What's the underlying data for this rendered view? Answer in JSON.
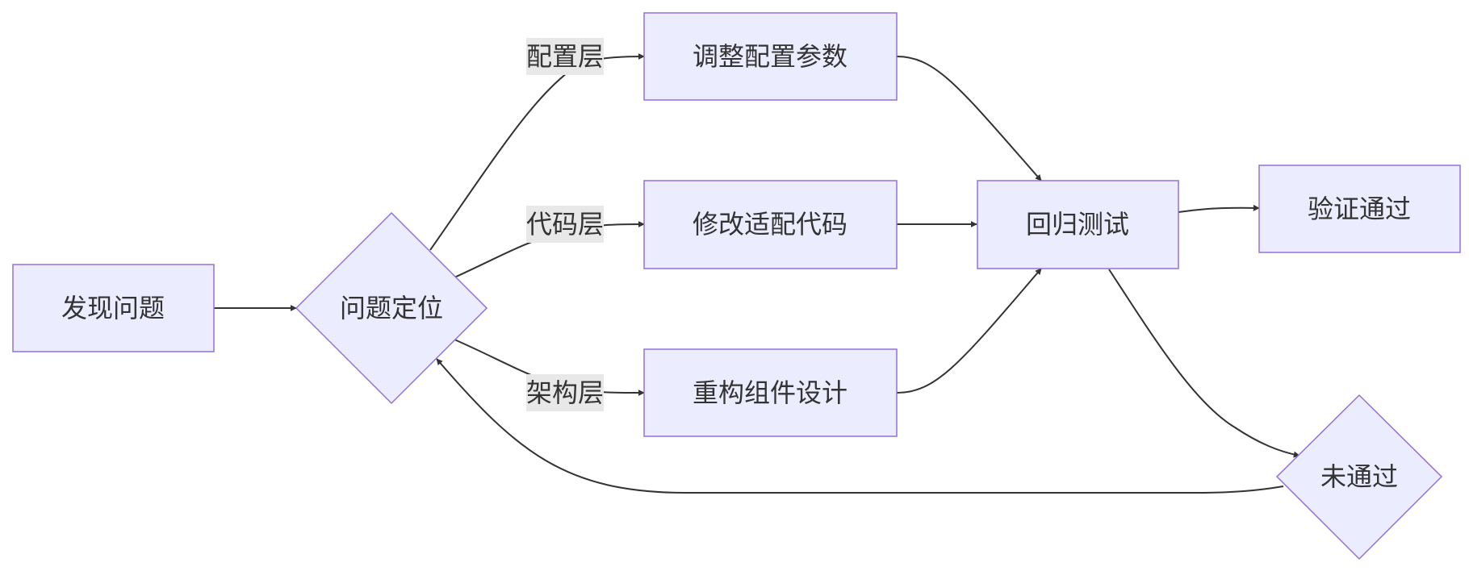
{
  "nodes": {
    "discover": {
      "label": "发现问题",
      "shape": "rect"
    },
    "locate": {
      "label": "问题定位",
      "shape": "diamond"
    },
    "config": {
      "label": "调整配置参数",
      "shape": "rect"
    },
    "code": {
      "label": "修改适配代码",
      "shape": "rect"
    },
    "refactor": {
      "label": "重构组件设计",
      "shape": "rect"
    },
    "regression": {
      "label": "回归测试",
      "shape": "rect"
    },
    "pass": {
      "label": "验证通过",
      "shape": "rect"
    },
    "fail": {
      "label": "未通过",
      "shape": "diamond"
    }
  },
  "edges": {
    "discover_locate": {
      "from": "发现问题",
      "to": "问题定位",
      "label": ""
    },
    "locate_config": {
      "from": "问题定位",
      "to": "调整配置参数",
      "label": "配置层"
    },
    "locate_code": {
      "from": "问题定位",
      "to": "修改适配代码",
      "label": "代码层"
    },
    "locate_refactor": {
      "from": "问题定位",
      "to": "重构组件设计",
      "label": "架构层"
    },
    "config_regression": {
      "from": "调整配置参数",
      "to": "回归测试",
      "label": ""
    },
    "code_regression": {
      "from": "修改适配代码",
      "to": "回归测试",
      "label": ""
    },
    "refactor_regression": {
      "from": "重构组件设计",
      "to": "回归测试",
      "label": ""
    },
    "regression_pass": {
      "from": "回归测试",
      "to": "验证通过",
      "label": ""
    },
    "regression_fail": {
      "from": "回归测试",
      "to": "未通过",
      "label": ""
    },
    "fail_locate": {
      "from": "未通过",
      "to": "问题定位",
      "label": ""
    }
  },
  "colors": {
    "node_fill": "#ECECFF",
    "node_stroke": "#9370DB",
    "edge": "#333333",
    "edge_label_bg": "#E8E8E8",
    "text": "#333333"
  }
}
